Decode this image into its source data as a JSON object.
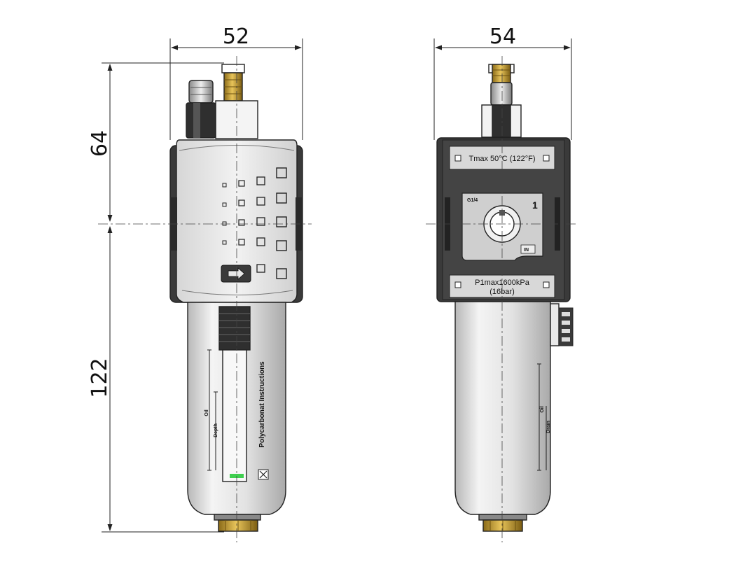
{
  "dimensions": {
    "front_width": "52",
    "side_width": "54",
    "upper_height": "64",
    "lower_height": "122"
  },
  "side_plate": {
    "temp_label": "Tmax 50°C (122°F)",
    "pressure_label_line1": "P1max1600kPa",
    "pressure_label_line2": "(16bar)",
    "port_code": "G1/4",
    "port_number": "1",
    "in_label": "IN"
  },
  "front_bowl": {
    "instruction_text": "Polycarbonat Instructions",
    "scale_label_1": "Oil",
    "scale_label_2": "Depth"
  },
  "side_bowl": {
    "scale_label_1": "Oil",
    "scale_label_2": "Drain"
  },
  "colors": {
    "body_dark": "#3a3a3a",
    "body_light": "#e6e6e6",
    "bowl": "#dcdcdc",
    "brass": "#c9a23a",
    "level_green": "#3fcf4f"
  }
}
